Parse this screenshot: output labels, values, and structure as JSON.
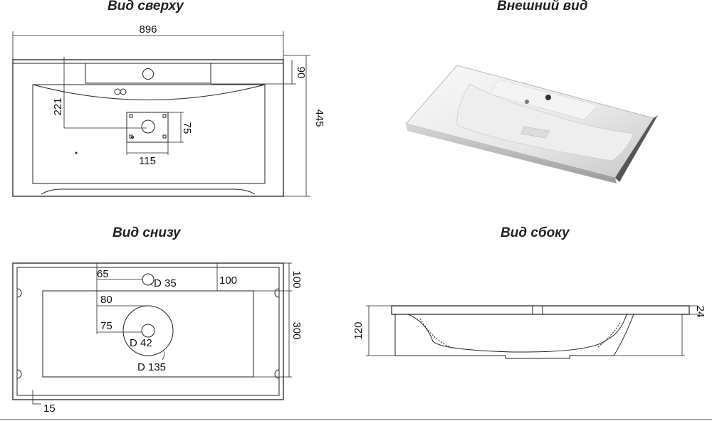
{
  "titles": {
    "top": "Вид сверху",
    "exterior": "Внешний вид",
    "bottom": "Вид снизу",
    "side": "Вид сбоку"
  },
  "top_view": {
    "width": "896",
    "depth": "445",
    "rim": "90",
    "drain_offset": "221",
    "plate_height": "75",
    "plate_width": "115"
  },
  "bottom_view": {
    "dim_65": "65",
    "hole_small": "D 35",
    "dim_100_h": "100",
    "dim_80": "80",
    "dim_75": "75",
    "drain_inner": "D 42",
    "drain_outer": "D 135",
    "dim_100_v": "100",
    "dim_300": "300",
    "dim_15": "15"
  },
  "side_view": {
    "height": "120",
    "rim": "24"
  }
}
